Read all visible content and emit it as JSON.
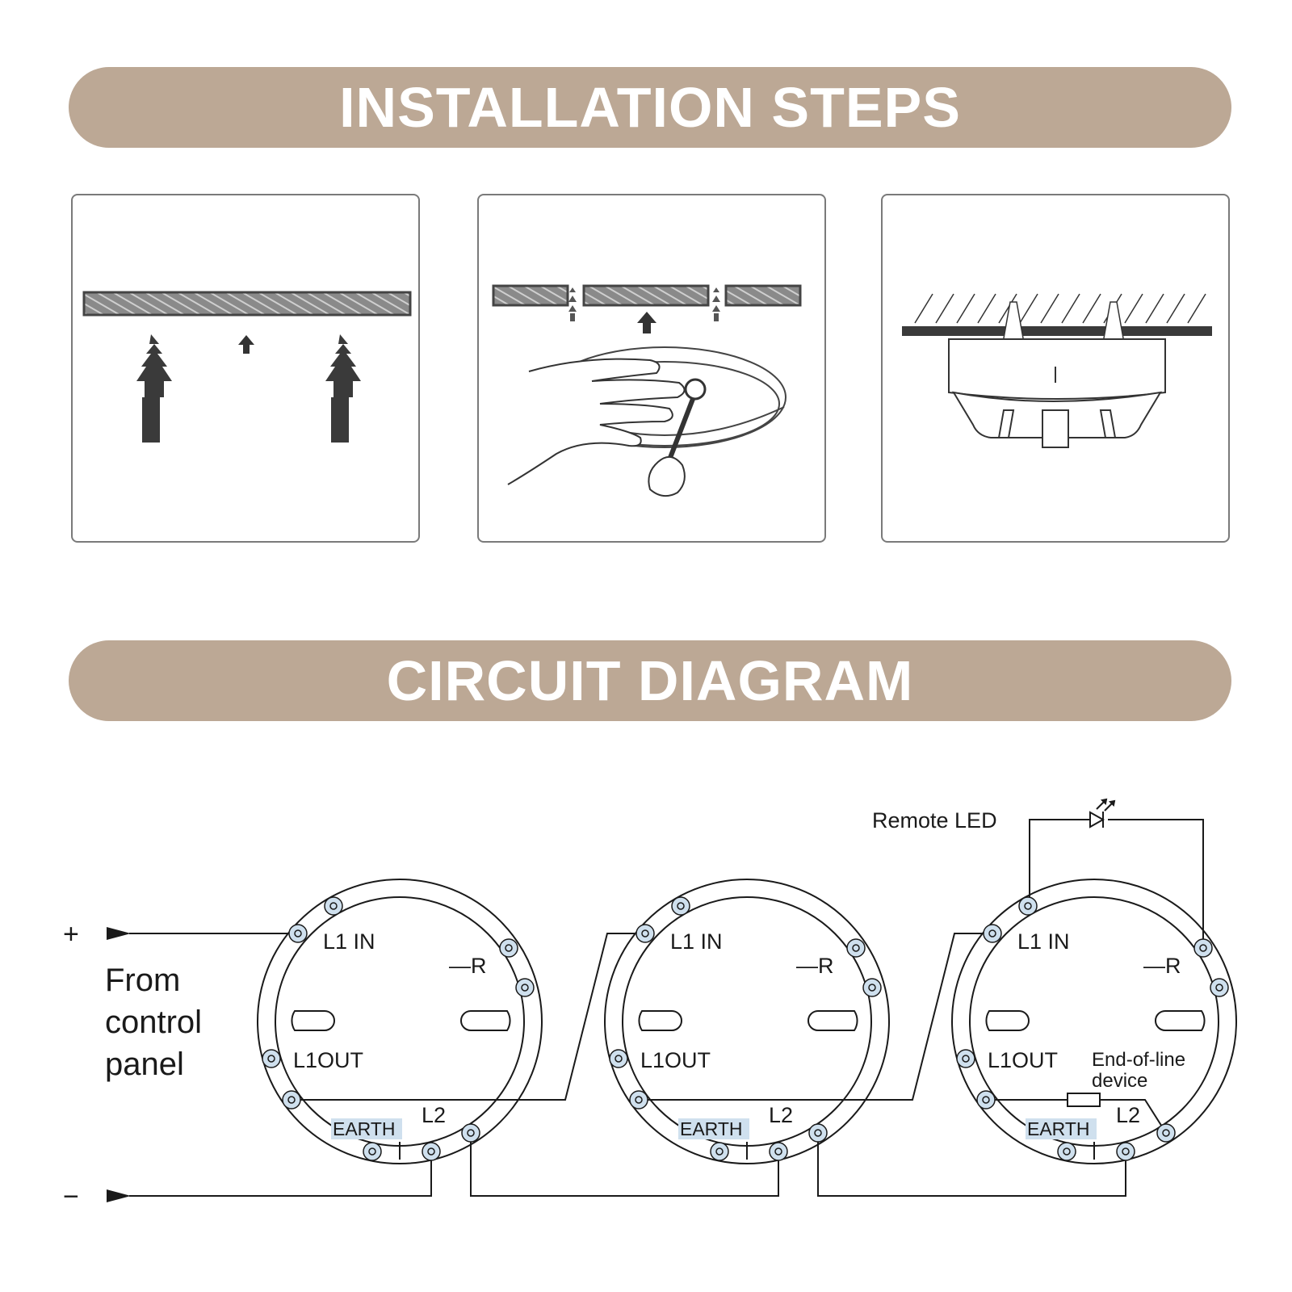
{
  "banners": {
    "installation": "INSTALLATION STEPS",
    "circuit": "CIRCUIT DIAGRAM"
  },
  "circuit": {
    "plus": "+",
    "minus": "−",
    "source_label": [
      "From",
      "control",
      "panel"
    ],
    "remote_led": "Remote LED",
    "eol_label": [
      "End-of-line",
      "device"
    ],
    "terminal_labels": {
      "l1_in": "L1 IN",
      "r": "—R",
      "l1_out": "L1OUT",
      "earth": "EARTH",
      "l2": "L2"
    }
  },
  "colors": {
    "banner": "#bca895",
    "banner_text": "#ffffff",
    "panel_border": "#7a7a7a",
    "earth_highlight": "#cfe0ee"
  }
}
